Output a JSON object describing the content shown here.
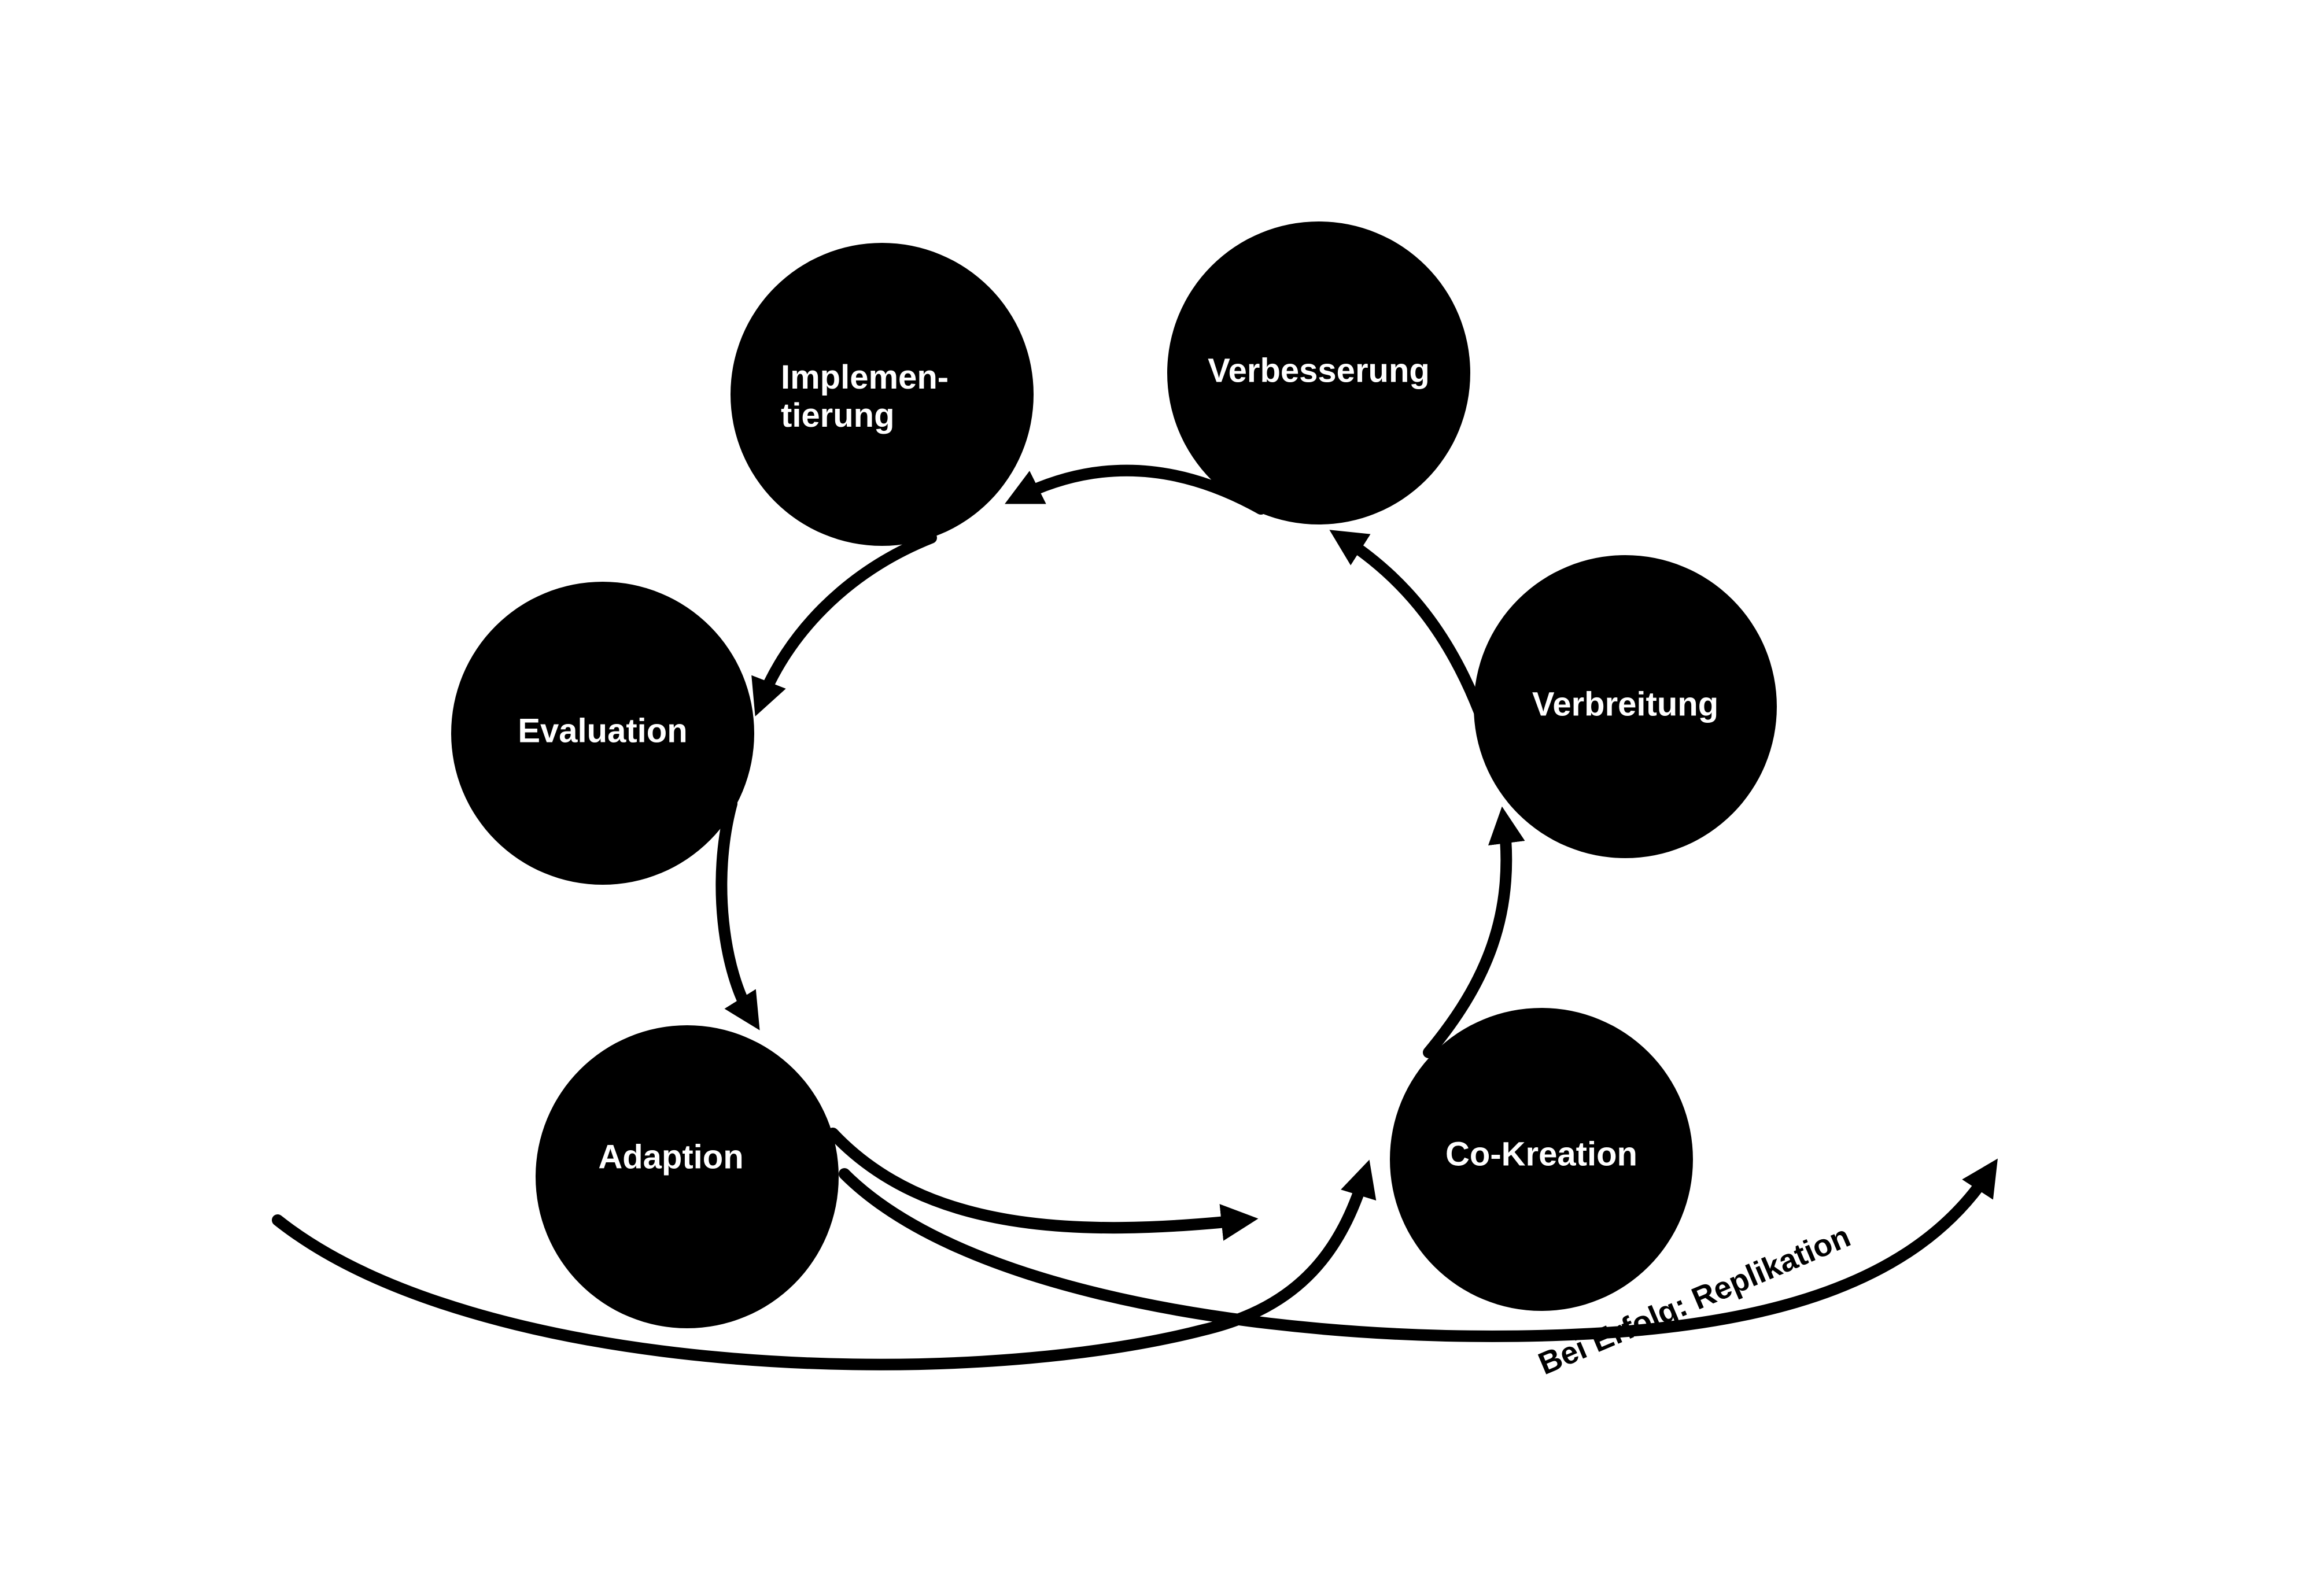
{
  "diagram": {
    "nodes": [
      {
        "id": "implementierung",
        "lines": [
          "Implemen-",
          "tierung"
        ]
      },
      {
        "id": "verbesserung",
        "lines": [
          "Verbesserung"
        ]
      },
      {
        "id": "evaluation",
        "lines": [
          "Evaluation"
        ]
      },
      {
        "id": "verbreitung",
        "lines": [
          "Verbreitung"
        ]
      },
      {
        "id": "adaption",
        "lines": [
          "Adaption"
        ]
      },
      {
        "id": "co-kreation",
        "lines": [
          "Co-Kreation"
        ]
      }
    ],
    "replication_label": "Bei Erfolg: Replikation",
    "colors": {
      "node_fill": "#000000",
      "node_text": "#ffffff",
      "arrow": "#000000",
      "background": "#ffffff"
    }
  }
}
